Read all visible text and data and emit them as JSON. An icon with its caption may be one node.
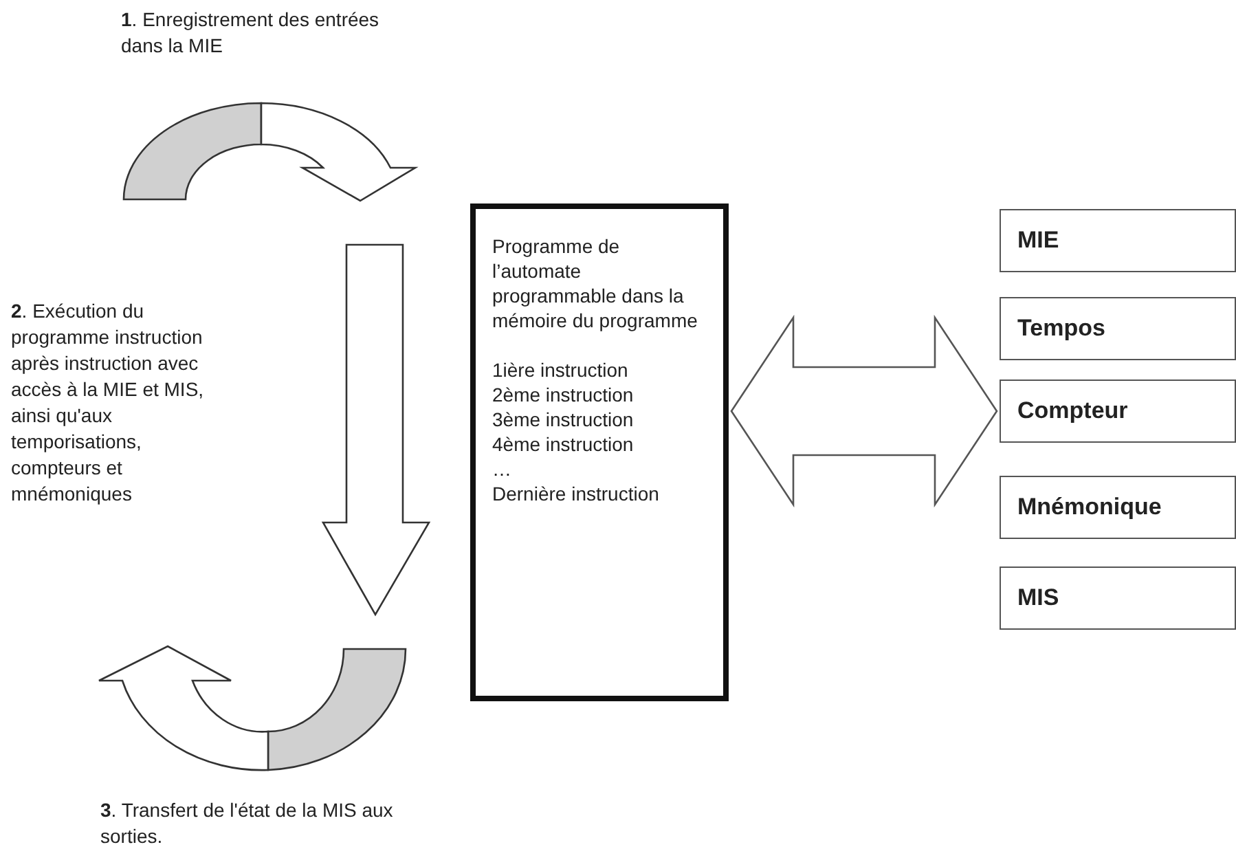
{
  "diagram": {
    "nodes": [
      {
        "text": [
          "Programme de l’automate programmable dans la mémoire du programme",
          "1ière instruction",
          "2ème instruction",
          "3ème instruction",
          "4ème instruction",
          "…",
          "Dernière instruction"
        ]
      },
      {
        "text": [
          "MIE"
        ]
      },
      {
        "text": [
          "Tempos"
        ]
      },
      {
        "text": [
          "Compteur"
        ]
      },
      {
        "text": [
          "Mnémonique"
        ]
      },
      {
        "text": [
          "MIS"
        ]
      }
    ],
    "edges": [
      {
        "from": 0,
        "to": 3,
        "arrow": "both"
      }
    ],
    "labels": [
      "**1**. Enregistrement des entrées dans la MIE",
      "**2**. Exécution du programme instruction après instruction avec accès à la MIE et MIS, ainsi qu'aux temporisations, compteurs et mnémoniques",
      "**3**. Transfert de l'état de la MIS aux sorties."
    ]
  }
}
